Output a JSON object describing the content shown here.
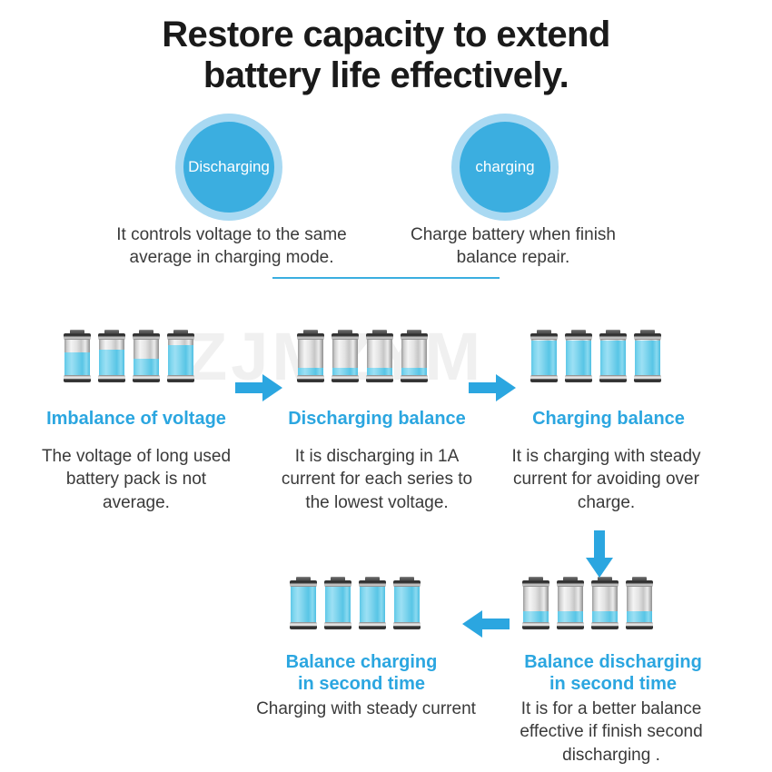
{
  "title": {
    "line1": "Restore capacity to extend",
    "line2": "battery life effectively."
  },
  "colors": {
    "accent": "#2BA6E0",
    "circle_inner": "#3BAEE0",
    "circle_outer": "#A9D9F2",
    "battery_fill": "#79D2EC",
    "text": "#3a3a3a",
    "watermark": "#f0f0f0"
  },
  "watermark": "ZJMZYM",
  "circles": [
    {
      "label": "Discharging",
      "caption": "It controls voltage to the same average in charging mode."
    },
    {
      "label": "charging",
      "caption": "Charge battery when finish balance repair."
    }
  ],
  "steps": [
    {
      "id": "imbalance-of-voltage",
      "title": "Imbalance of voltage",
      "desc": "The voltage of long used battery pack is not average.",
      "battery_levels": [
        62,
        68,
        45,
        82
      ]
    },
    {
      "id": "discharging-balance",
      "title": "Discharging balance",
      "desc": "It is discharging in 1A current for each series to the lowest voltage.",
      "battery_levels": [
        22,
        22,
        22,
        22
      ]
    },
    {
      "id": "charging-balance",
      "title": "Charging balance",
      "desc": "It is charging with steady current for avoiding over charge.",
      "battery_levels": [
        92,
        92,
        92,
        92
      ]
    },
    {
      "id": "balance-discharging-second-time",
      "title": "Balance discharging\nin second time",
      "desc": "It is for a better balance effective if finish second discharging .",
      "battery_levels": [
        30,
        30,
        30,
        30
      ]
    },
    {
      "id": "balance-charging-second-time",
      "title": "Balance charging\nin second time",
      "desc": "Charging with steady current",
      "battery_levels": [
        100,
        100,
        100,
        100
      ]
    }
  ],
  "arrows": [
    {
      "name": "arrow-right-step1-to-step2",
      "direction": "right"
    },
    {
      "name": "arrow-right-step2-to-step3",
      "direction": "right"
    },
    {
      "name": "arrow-down-step3-to-step4",
      "direction": "down"
    },
    {
      "name": "arrow-left-step4-to-step5",
      "direction": "left"
    }
  ]
}
